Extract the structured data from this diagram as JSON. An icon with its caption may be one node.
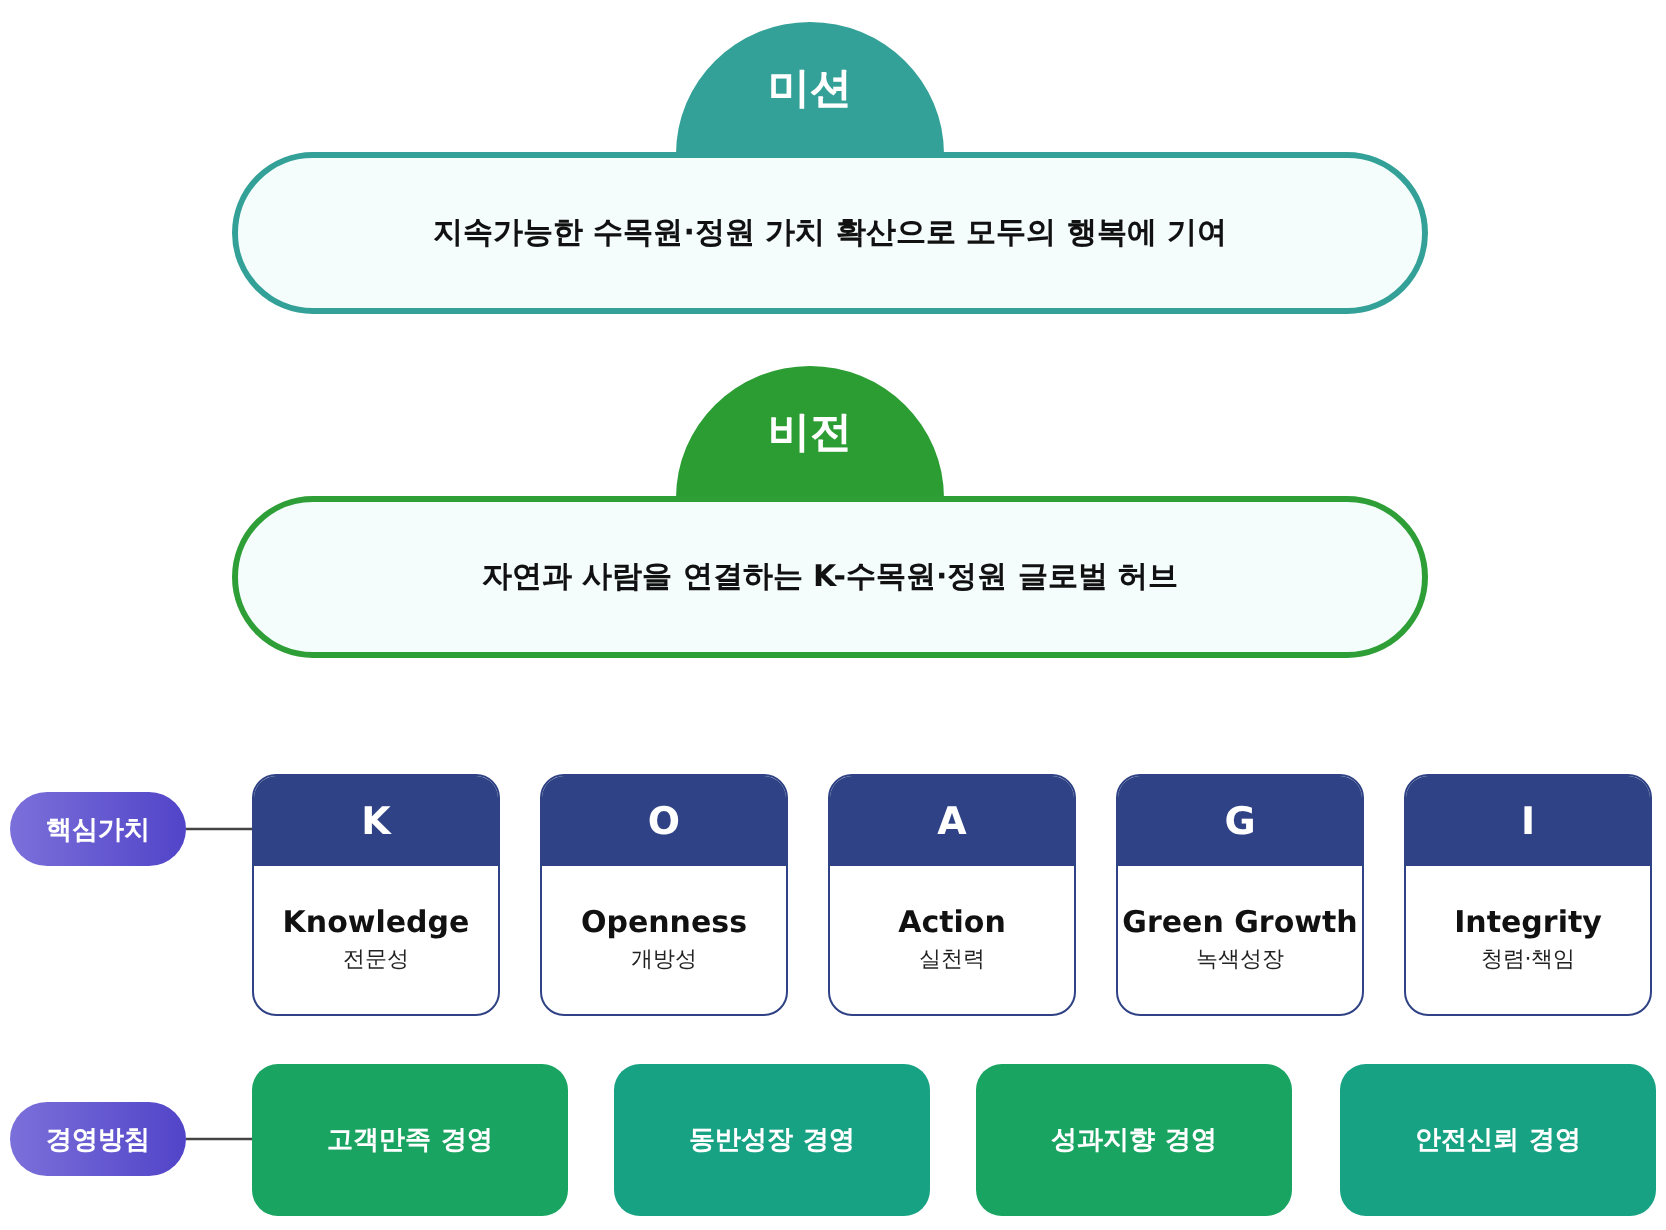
{
  "diagram": {
    "nodes": [
      {
        "text": [
          "미션"
        ]
      },
      {
        "text": [
          "지속가능한 수목원·정원 가치 확산으로 모두의 행복에 기여"
        ]
      },
      {
        "text": [
          "비전"
        ]
      },
      {
        "text": [
          "자연과 사람을 연결하는 K-수목원·정원 글로벌 허브"
        ]
      },
      {
        "text": [
          "핵심가치"
        ]
      },
      {
        "text": [
          "K",
          "Knowledge",
          "전문성"
        ]
      },
      {
        "text": [
          "O",
          "Openness",
          "개방성"
        ]
      },
      {
        "text": [
          "A",
          "Action",
          "실천력"
        ]
      },
      {
        "text": [
          "G",
          "Green Growth",
          "녹색성장"
        ]
      },
      {
        "text": [
          "I",
          "Integrity",
          "청렴·책임"
        ]
      },
      {
        "text": [
          "경영방침"
        ]
      },
      {
        "text": [
          "고객만족 경영"
        ]
      },
      {
        "text": [
          "동반성장 경영"
        ]
      },
      {
        "text": [
          "성과지향 경영"
        ]
      },
      {
        "text": [
          "안전신뢰 경영"
        ]
      }
    ],
    "edges": [
      {
        "from": 4,
        "to": 5,
        "arrow": "none"
      },
      {
        "from": 10,
        "to": 11,
        "arrow": "none"
      }
    ]
  }
}
